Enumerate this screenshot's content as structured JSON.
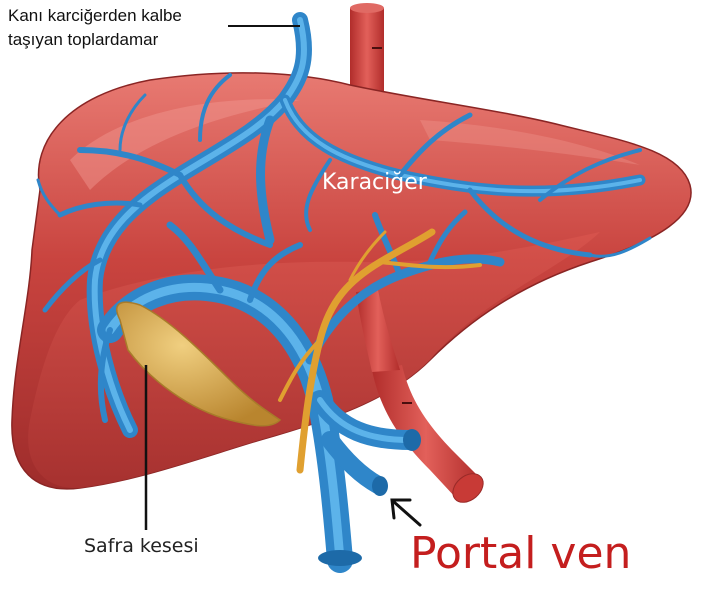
{
  "labels": {
    "hepatic_vein_line1": "Kanı karciğerden kalbe",
    "hepatic_vein_line2": "taşıyan toplardamar",
    "liver": "Karaciğer",
    "gallbladder": "Safra kesesi",
    "portal_vein": "Portal ven"
  },
  "colors": {
    "liver": "#c8413d",
    "liver_highlight": "#e0706a",
    "vein_blue": "#2f86c9",
    "artery_red": "#d2403c",
    "bile_duct": "#e0a030",
    "gallbladder": "#cfa24a",
    "portal_text": "#c41e1e"
  }
}
